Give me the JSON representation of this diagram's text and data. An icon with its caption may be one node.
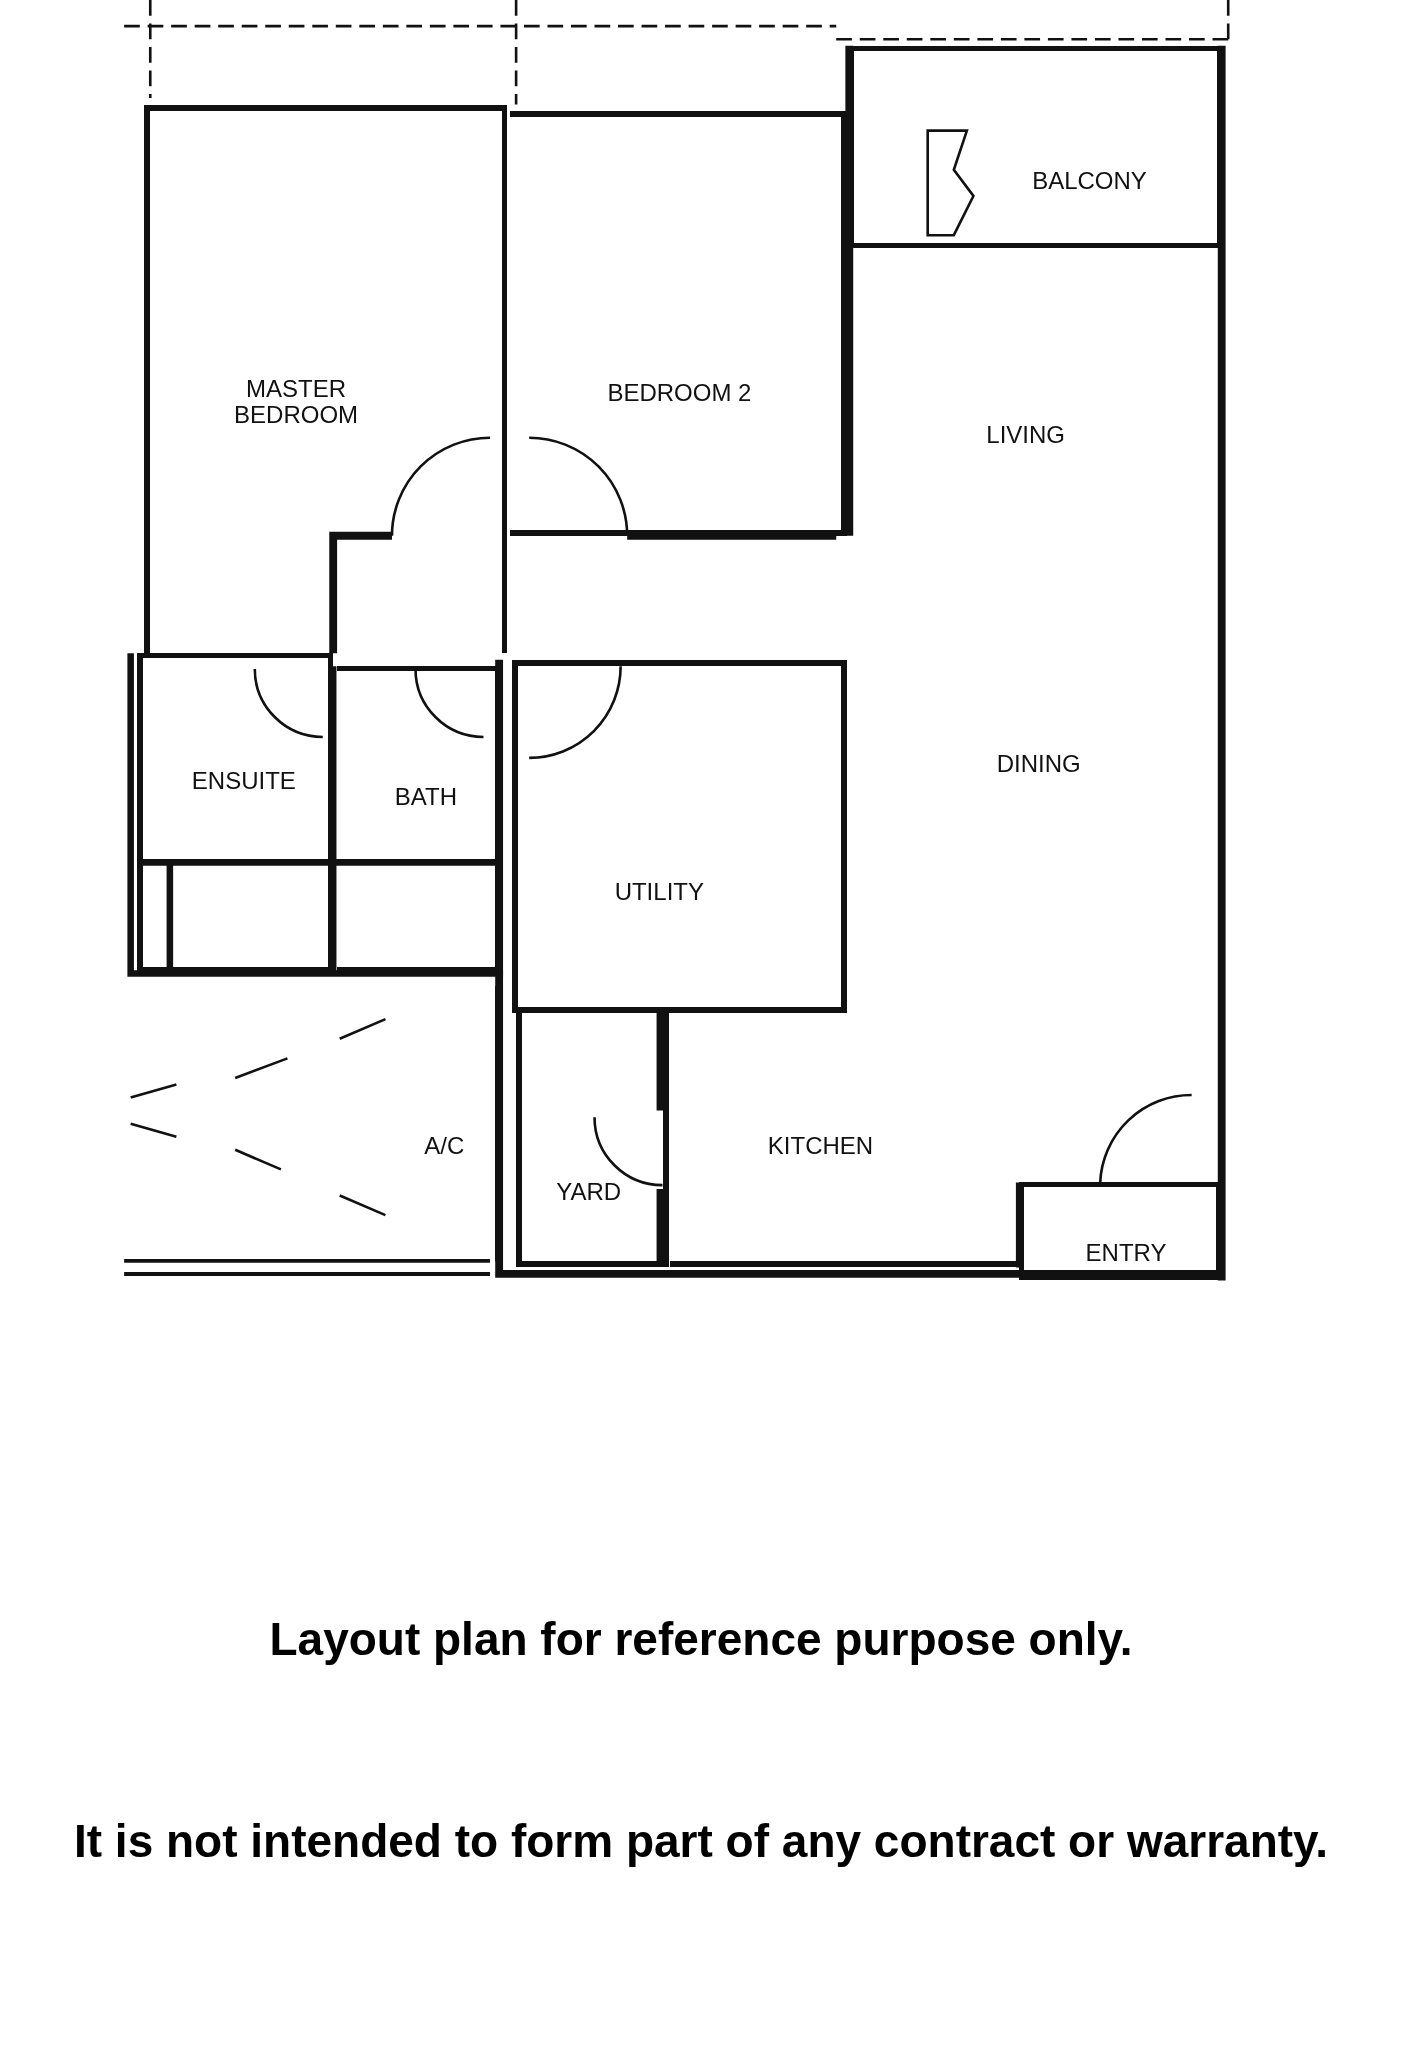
{
  "diagram": {
    "nodes": [
      {
        "text": [
          "BALCONY"
        ]
      },
      {
        "text": [
          "MASTER BEDROOM"
        ]
      },
      {
        "text": [
          "BEDROOM 2"
        ]
      },
      {
        "text": [
          "LIVING",
          "DINING"
        ]
      },
      {
        "text": [
          "ENSUITE"
        ]
      },
      {
        "text": [
          "BATH"
        ]
      },
      {
        "text": [
          "UTILITY"
        ]
      },
      {
        "text": [
          "A/C"
        ]
      },
      {
        "text": [
          "YARD"
        ]
      },
      {
        "text": [
          "KITCHEN"
        ]
      },
      {
        "text": [
          "ENTRY"
        ]
      }
    ],
    "labels": [
      "Layout plan for reference purpose only.",
      "It is not intended to form part of any contract or warranty."
    ]
  }
}
